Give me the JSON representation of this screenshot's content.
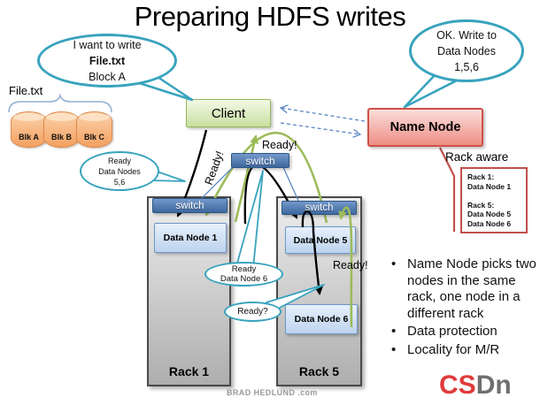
{
  "title": "Preparing HDFS writes",
  "file_stack": {
    "label": "File.txt",
    "blocks": [
      "Blk A",
      "Blk B",
      "Blk C"
    ]
  },
  "bubbles": {
    "client_request": [
      "I want to write",
      "File.txt",
      "Block A"
    ],
    "namenode_reply": [
      "OK. Write to",
      "Data Nodes",
      "1,5,6"
    ],
    "ready_nodes56": [
      "Ready",
      "Data Nodes",
      "5,6"
    ],
    "ready_node6": [
      "Ready",
      "Data Node 6"
    ],
    "ready_q": "Ready?"
  },
  "boxes": {
    "client": "Client",
    "name_node": "Name Node",
    "top_switch": "switch",
    "rack1_switch": "switch",
    "rack5_switch": "switch",
    "data_node1": "Data Node 1",
    "data_node5": "Data Node 5",
    "data_node6": "Data Node 6"
  },
  "racks": {
    "rack1": "Rack 1",
    "rack5": "Rack 5"
  },
  "ack_labels": {
    "to_client": "Ready!",
    "dn5_to_dn1": "Ready!",
    "dn6_to_dn5": "Ready!"
  },
  "rack_aware": {
    "title": "Rack aware",
    "lines": [
      "Rack 1:",
      "Data Node 1",
      "",
      "Rack 5:",
      "Data Node 5",
      "Data Node 6"
    ]
  },
  "bullets": [
    "Name Node picks two nodes in the same rack, one node in a different rack",
    "Data protection",
    "Locality for M/R"
  ],
  "footer": {
    "credit": "BRAD HEDLUND .com"
  },
  "logo": {
    "red": "CS",
    "gray": "Dn"
  },
  "colors": {
    "teal": "#38a3bd",
    "green_arrow": "#9bbb59",
    "blue": "#4f81bd",
    "red": "#c0504d",
    "logo_red": "#e03a3a",
    "logo_gray": "#6f6f6f"
  }
}
